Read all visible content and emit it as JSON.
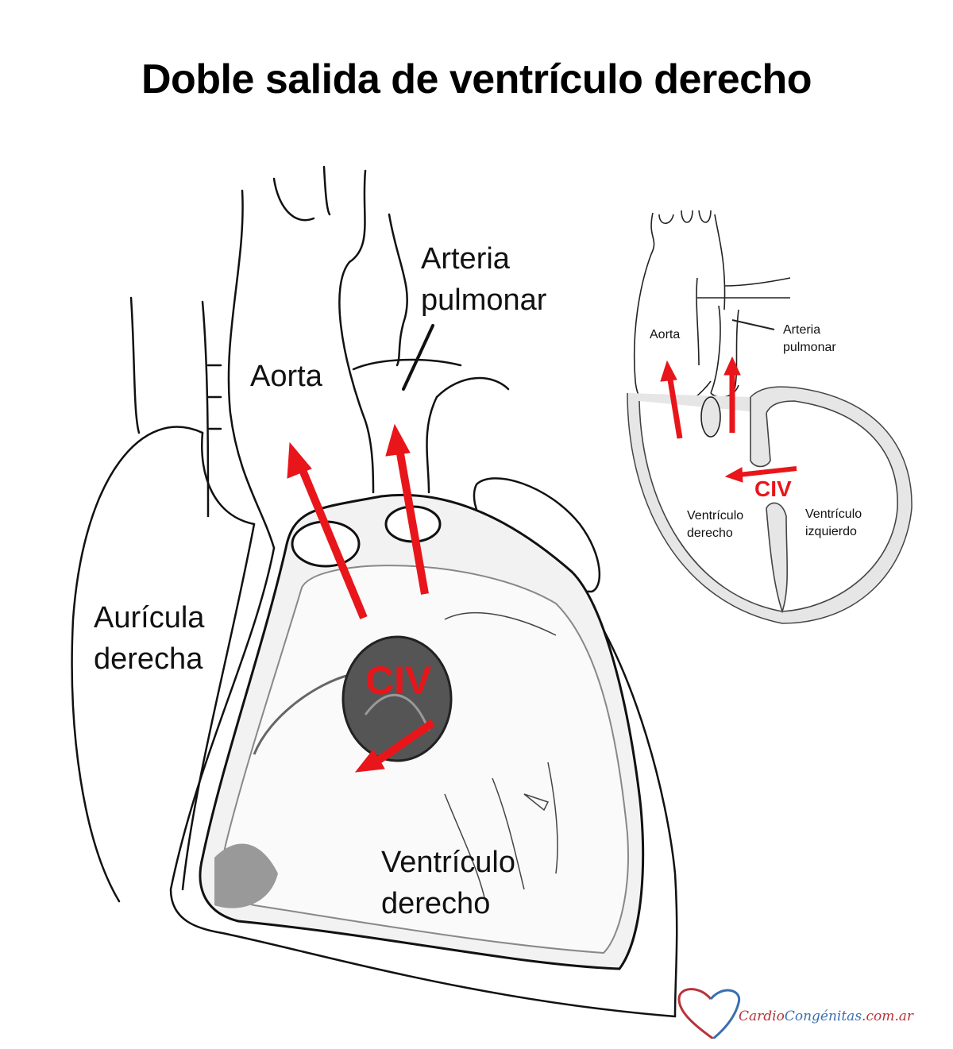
{
  "title": "Doble salida de ventrículo derecho",
  "main_diagram": {
    "labels": {
      "arteria_pulmonar_line1": "Arteria",
      "arteria_pulmonar_line2": "pulmonar",
      "aorta": "Aorta",
      "auricula_line1": "Aurícula",
      "auricula_line2": "derecha",
      "civ": "CIV",
      "ventriculo_line1": "Ventrículo",
      "ventriculo_line2": "derecho"
    }
  },
  "inset_diagram": {
    "labels": {
      "aorta": "Aorta",
      "arteria_pulmonar_line1": "Arteria",
      "arteria_pulmonar_line2": "pulmonar",
      "civ": "CIV",
      "vd_line1": "Ventrículo",
      "vd_line2": "derecho",
      "vi_line1": "Ventrículo",
      "vi_line2": "izquierdo"
    }
  },
  "logo": {
    "part1": "Cardio",
    "part2": "Congénitas",
    "part3": ".com.ar"
  },
  "colors": {
    "arrow": "#e8161b",
    "logo_red": "#b8333a",
    "logo_blue": "#3a6fb0"
  }
}
